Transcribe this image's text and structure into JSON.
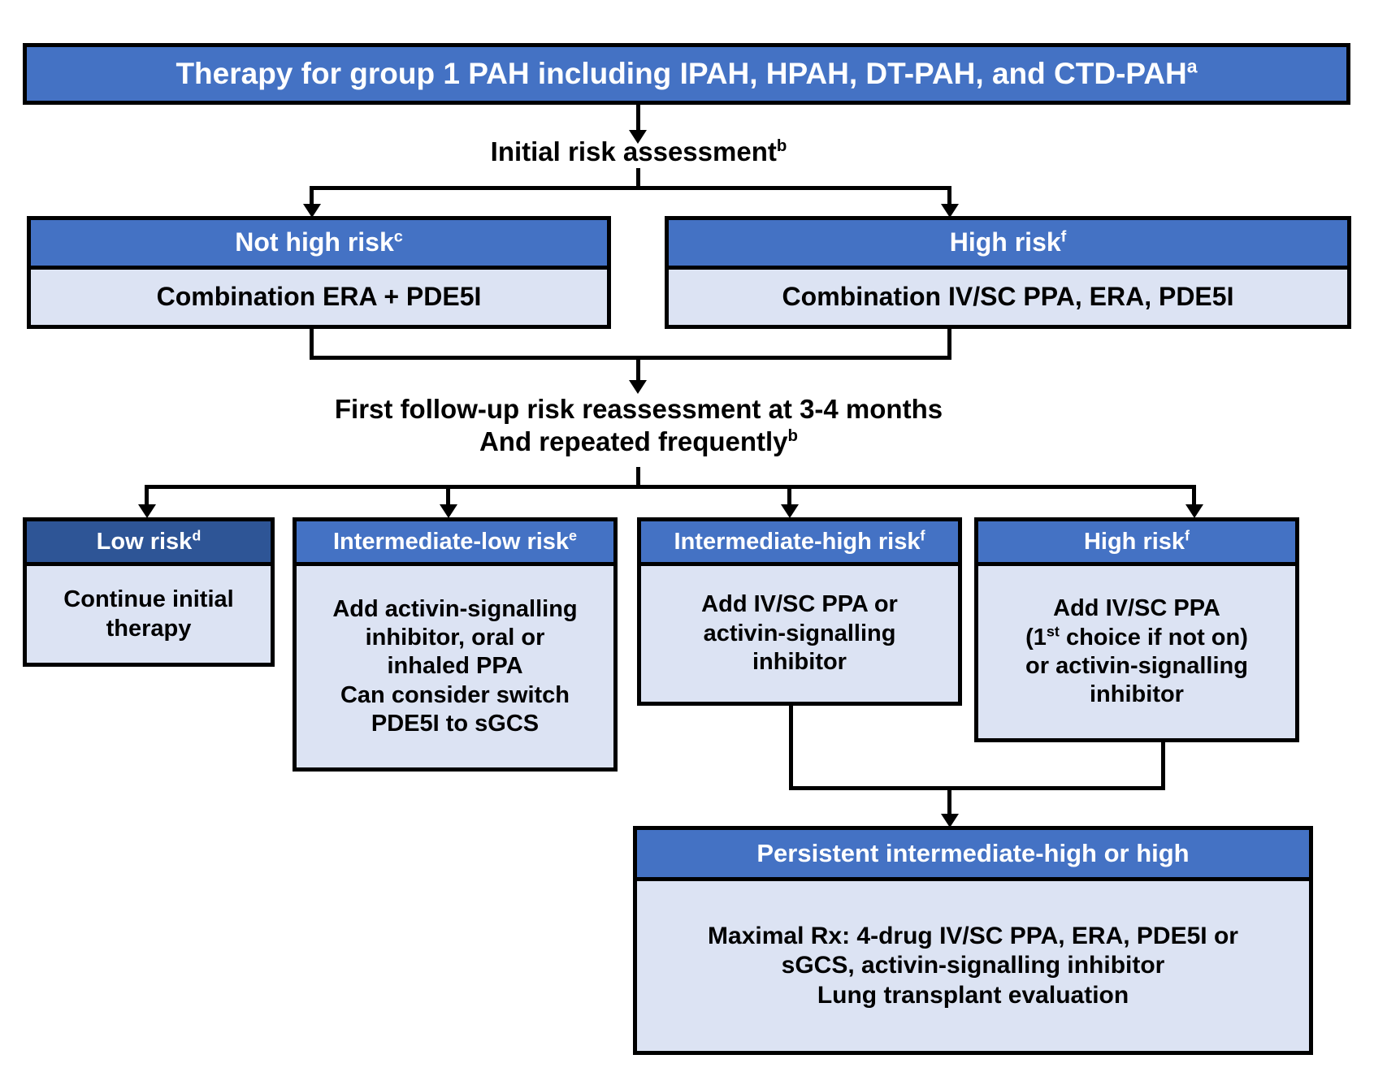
{
  "diagram": {
    "title_banner": {
      "text_main": "Therapy for group 1 PAH including IPAH, HPAH, DT-PAH, and CTD-PAH",
      "footnote": "a"
    },
    "initial_assessment": {
      "text_main": "Initial risk assessment",
      "footnote": "b"
    },
    "tier1": [
      {
        "header_text": "Not high risk",
        "header_footnote": "c",
        "header_style": "standard",
        "body_lines": [
          "Combination ERA + PDE5I"
        ]
      },
      {
        "header_text": "High risk",
        "header_footnote": "f",
        "header_style": "standard",
        "body_lines": [
          "Combination IV/SC PPA, ERA, PDE5I"
        ]
      }
    ],
    "reassessment": {
      "line1": "First follow-up risk reassessment at 3-4 months",
      "line2": "And repeated frequently",
      "footnote": "b"
    },
    "tier2": [
      {
        "header_text": "Low risk",
        "header_footnote": "d",
        "header_style": "dark",
        "body_lines": [
          "Continue initial",
          "therapy"
        ]
      },
      {
        "header_text": "Intermediate-low risk",
        "header_footnote": "e",
        "header_style": "standard",
        "body_lines": [
          "Add activin-signalling",
          "inhibitor, oral or",
          "inhaled PPA",
          "Can consider switch",
          "PDE5I to sGCS"
        ]
      },
      {
        "header_text": "Intermediate-high risk",
        "header_footnote": "f",
        "header_style": "standard",
        "body_lines": [
          "Add IV/SC PPA or",
          "activin-signalling",
          "inhibitor"
        ]
      },
      {
        "header_text": "High risk",
        "header_footnote": "f",
        "header_style": "standard",
        "body_lines_rich": [
          {
            "pre": "Add IV/SC PPA",
            "sup": "",
            "post": ""
          },
          {
            "pre": "(1",
            "sup": "st",
            "post": " choice if not on)"
          },
          {
            "pre": "or activin-signalling",
            "sup": "",
            "post": ""
          },
          {
            "pre": "inhibitor",
            "sup": "",
            "post": ""
          }
        ]
      }
    ],
    "persistent": {
      "header_text": "Persistent intermediate-high or high",
      "body_lines": [
        "Maximal Rx: 4-drug IV/SC PPA, ERA, PDE5I or",
        "sGCS, activin-signalling inhibitor",
        "Lung transplant evaluation"
      ]
    },
    "colors": {
      "header_blue": "#4472C4",
      "header_dark_blue": "#2E5596",
      "body_light_blue": "#DCE3F3",
      "border_black": "#000000",
      "text_white": "#FFFFFF",
      "text_black": "#000000"
    }
  }
}
